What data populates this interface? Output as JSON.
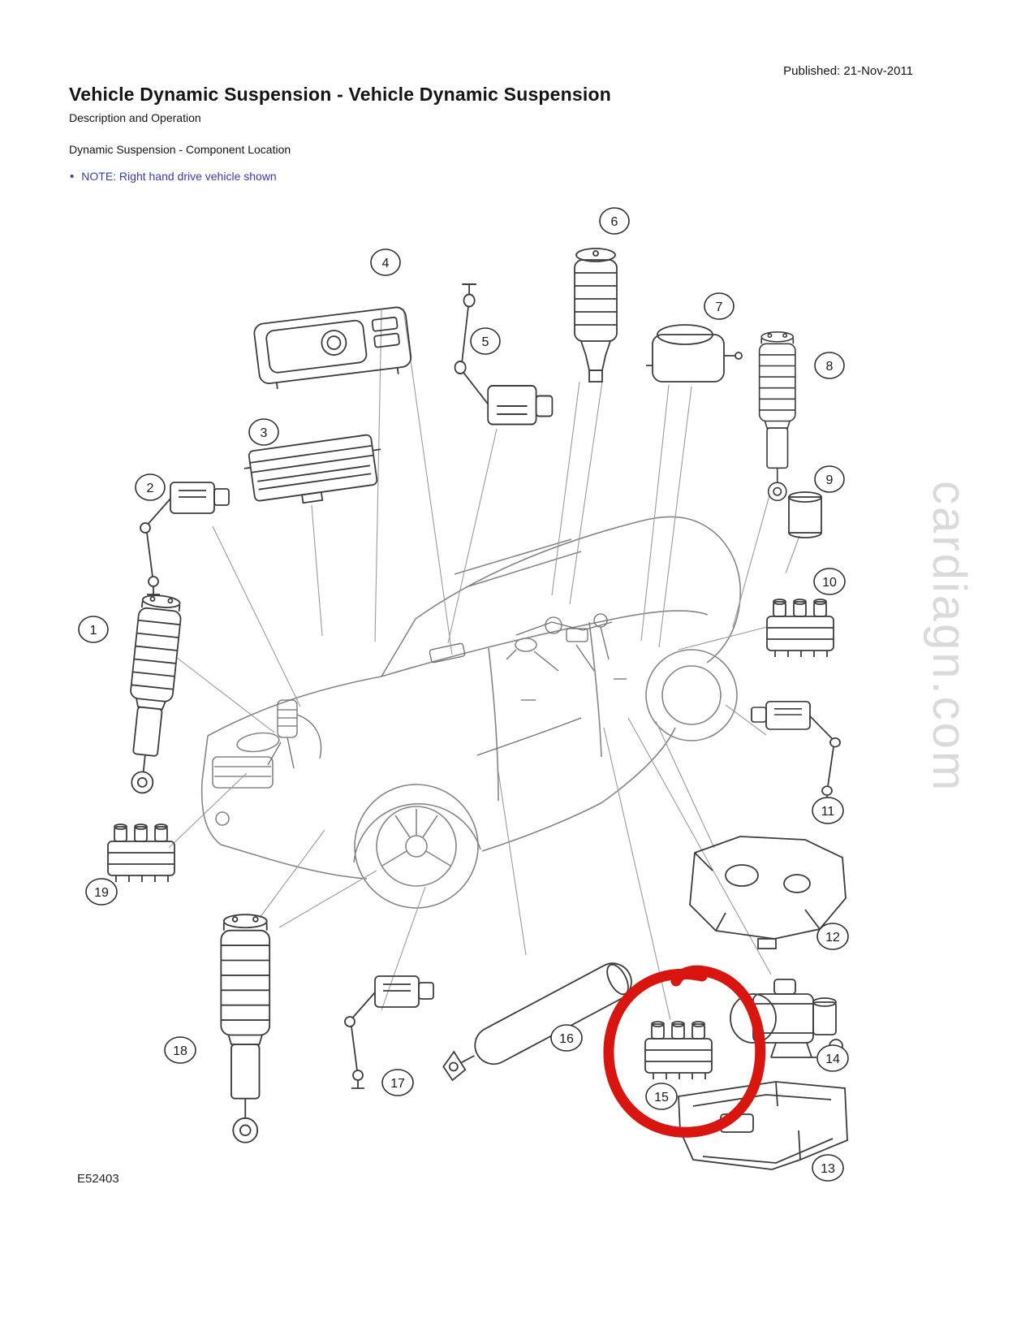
{
  "page": {
    "published_label": "Published: 21-Nov-2011",
    "title": "Vehicle Dynamic Suspension - Vehicle Dynamic Suspension",
    "subtitle": "Description and Operation",
    "section_heading": "Dynamic Suspension - Component Location",
    "note_bullet": "•",
    "note_text": "NOTE: Right hand drive vehicle shown",
    "note_color": "#3a3aad",
    "figure_code": "E52403",
    "watermark": "cardiagn.com"
  },
  "diagram": {
    "annotation": {
      "color": "#d8150f",
      "highlights_item": "15"
    },
    "callouts": [
      "1",
      "2",
      "3",
      "4",
      "5",
      "6",
      "7",
      "8",
      "9",
      "10",
      "11",
      "12",
      "13",
      "14",
      "15",
      "16",
      "17",
      "18",
      "19"
    ]
  }
}
